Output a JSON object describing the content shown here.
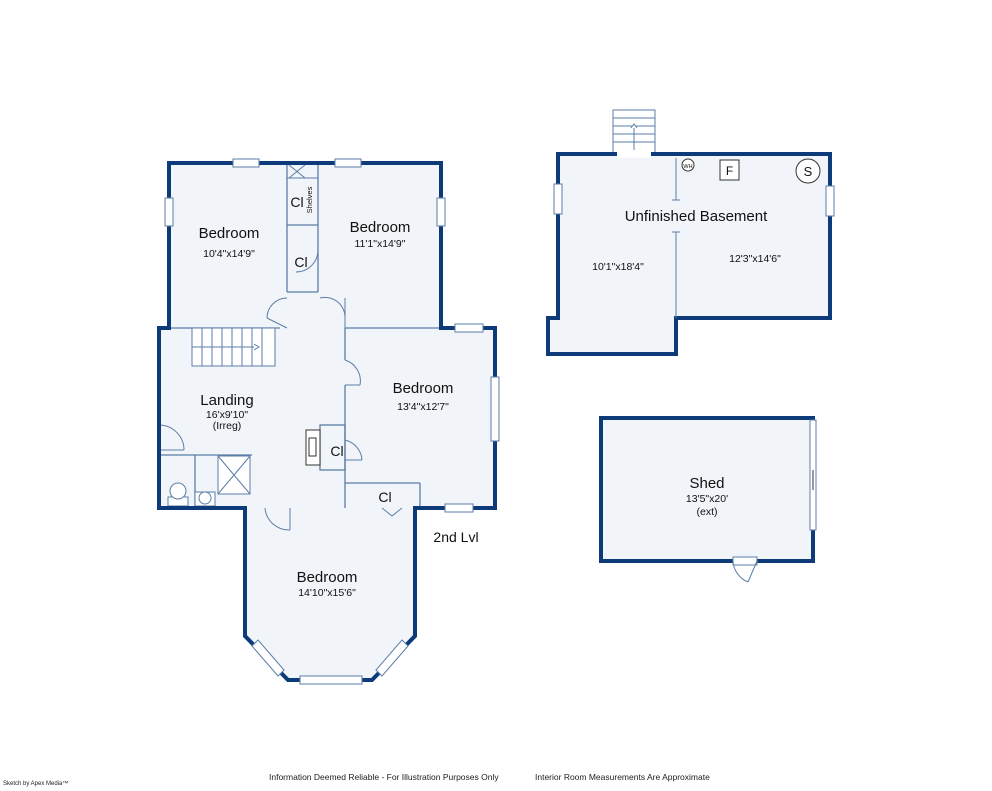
{
  "floor_label": "2nd Lvl",
  "rooms": {
    "bedroom_tl": {
      "name": "Bedroom",
      "dims": "10'4\"x14'9\""
    },
    "bedroom_tr": {
      "name": "Bedroom",
      "dims": "11'1\"x14'9\""
    },
    "bedroom_mid": {
      "name": "Bedroom",
      "dims": "13'4\"x12'7\""
    },
    "bedroom_bottom": {
      "name": "Bedroom",
      "dims": "14'10\"x15'6\""
    },
    "landing": {
      "name": "Landing",
      "dims": "16'x9'10\"",
      "note": "(Irreg)"
    },
    "basement": {
      "name": "Unfinished Basement",
      "dims_left": "10'1\"x18'4\"",
      "dims_right": "12'3\"x14'6\""
    },
    "shed": {
      "name": "Shed",
      "dims": "13'5\"x20'",
      "note": "(ext)"
    }
  },
  "closet_label": "Cl",
  "shelves_label": "Shelves",
  "symbols": {
    "water_heater": "WH",
    "furnace": "F",
    "sump": "S"
  },
  "colors": {
    "wall": "#0d3b7a",
    "floor": "#f1f4f8",
    "interior": "#5b7ea8"
  },
  "footer": {
    "credit": "Sketch by Apex Media™",
    "disclaimer_left": "Information Deemed Reliable - For Illustration Purposes Only",
    "disclaimer_right": "Interior Room Measurements Are Approximate"
  }
}
